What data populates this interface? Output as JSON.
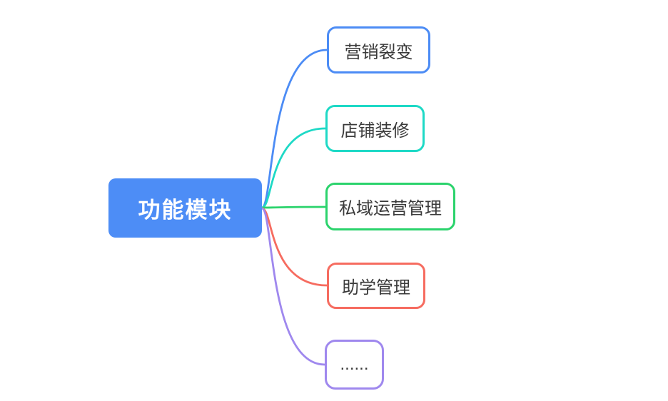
{
  "diagram": {
    "type": "mindmap",
    "background": "#ffffff",
    "root": {
      "label": "功能模块",
      "fill": "#4d8df6",
      "text_color": "#ffffff"
    },
    "children": [
      {
        "label": "营销裂变",
        "border_color": "#4c8cf5"
      },
      {
        "label": "店铺装修",
        "border_color": "#1ed9c6"
      },
      {
        "label": "私域运营管理",
        "border_color": "#2bd36c"
      },
      {
        "label": "助学管理",
        "border_color": "#f66c60"
      },
      {
        "label": "......",
        "border_color": "#9f88ee"
      }
    ]
  }
}
